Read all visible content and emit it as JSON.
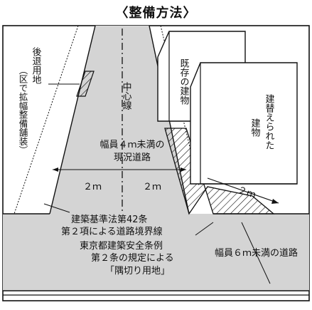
{
  "title": "〈整備方法〉",
  "labels": {
    "setback": "後退用地",
    "setback_note": "（区で拡幅整備舗装）",
    "center_line": "中心線",
    "existing_building": "既存の建物",
    "rebuilt_building_1": "建替えられた",
    "rebuilt_building_2": "建物",
    "current_road_1": "幅員４ｍ未満の",
    "current_road_2": "現況道路",
    "width_left": "２ｍ",
    "width_right": "２ｍ",
    "width_corner": "２ｍ",
    "boundary_1": "建築基準法第42条",
    "boundary_2": "第２項による道路境界線",
    "corner_1": "東京都建築安全条例",
    "corner_2": "第２条の規定による",
    "corner_3": "「隅切り用地」",
    "narrow_road": "幅員６ｍ未満の道路"
  }
}
